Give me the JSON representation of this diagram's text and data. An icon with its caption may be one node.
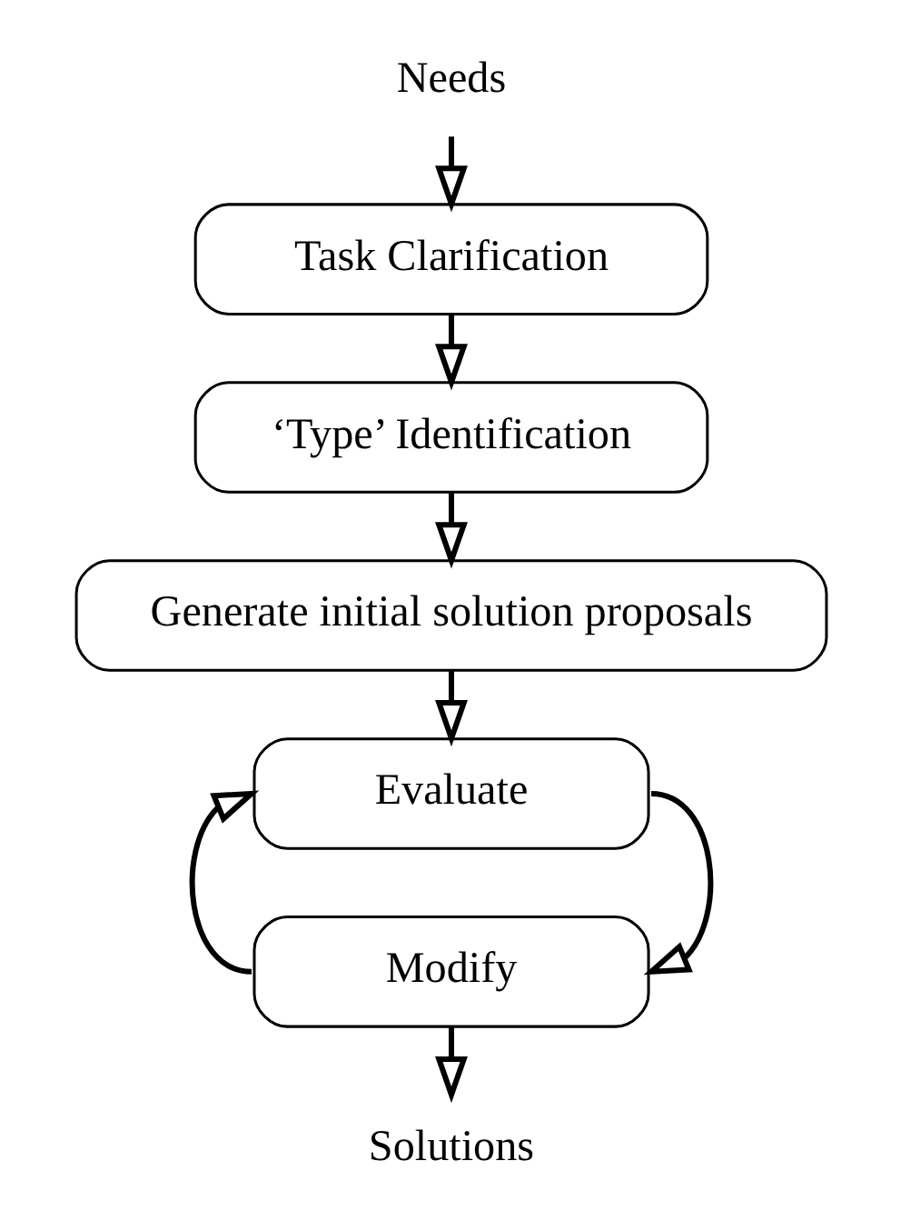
{
  "diagram": {
    "nodes": [
      {
        "text": [
          "Needs"
        ]
      },
      {
        "text": [
          "Task Clarification"
        ]
      },
      {
        "text": [
          "‘Type’ Identification"
        ]
      },
      {
        "text": [
          "Generate initial solution proposals"
        ]
      },
      {
        "text": [
          "Evaluate"
        ]
      },
      {
        "text": [
          "Modify"
        ]
      },
      {
        "text": [
          "Solutions"
        ]
      }
    ],
    "edges": [
      {
        "from": 0,
        "to": 1,
        "arrow": "to"
      },
      {
        "from": 1,
        "to": 2,
        "arrow": "to"
      },
      {
        "from": 2,
        "to": 3,
        "arrow": "to"
      },
      {
        "from": 3,
        "to": 4,
        "arrow": "to"
      },
      {
        "from": 4,
        "to": 5,
        "arrow": "to"
      },
      {
        "from": 5,
        "to": 4,
        "arrow": "to"
      },
      {
        "from": 5,
        "to": 6,
        "arrow": "to"
      }
    ]
  }
}
